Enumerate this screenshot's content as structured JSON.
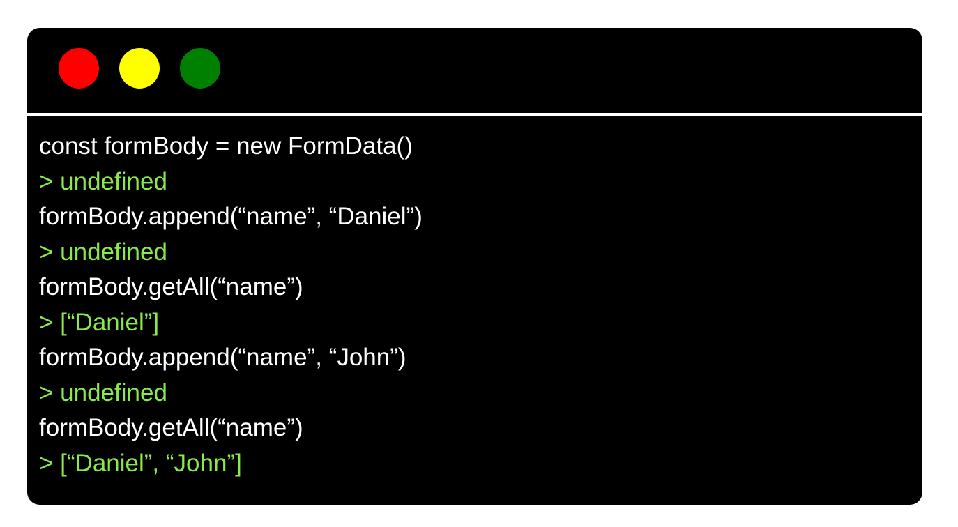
{
  "window": {
    "controls": [
      {
        "name": "close",
        "color": "#ff0000"
      },
      {
        "name": "minimize",
        "color": "#ffff00"
      },
      {
        "name": "maximize",
        "color": "#008000"
      }
    ]
  },
  "colors": {
    "background": "#000000",
    "input_text": "#ffffff",
    "output_text": "#8bea4b",
    "divider": "#ffffff"
  },
  "console": {
    "lines": [
      {
        "kind": "input",
        "text": "const formBody = new FormData()"
      },
      {
        "kind": "output",
        "text": "> undefined"
      },
      {
        "kind": "input",
        "text": "formBody.append(“name”, “Daniel”)"
      },
      {
        "kind": "output",
        "text": "> undefined"
      },
      {
        "kind": "input",
        "text": "formBody.getAll(“name”)"
      },
      {
        "kind": "output",
        "text": "> [“Daniel”]"
      },
      {
        "kind": "input",
        "text": "formBody.append(“name”, “John”)"
      },
      {
        "kind": "output",
        "text": "> undefined"
      },
      {
        "kind": "input",
        "text": "formBody.getAll(“name”)"
      },
      {
        "kind": "output",
        "text": "> [“Daniel”, “John”]"
      }
    ]
  }
}
